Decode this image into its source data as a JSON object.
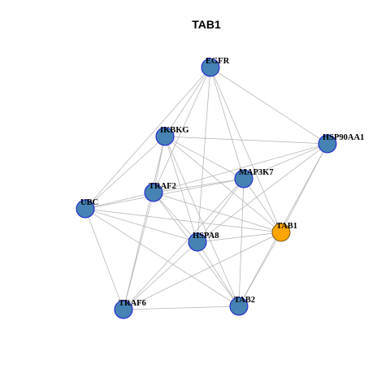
{
  "title": "TAB1",
  "colors": {
    "node_fill": "#4682b4",
    "node_stroke": "#1a1ad6",
    "highlight_fill": "#ffa500",
    "highlight_stroke": "#7a5a1a",
    "edge": "#b3b3b3"
  },
  "network": {
    "nodes": [
      {
        "id": "EGFR",
        "label": "EGFR",
        "highlight": false
      },
      {
        "id": "IKBKG",
        "label": "IKBKG",
        "highlight": false
      },
      {
        "id": "HSP90AA1",
        "label": "HSP90AA1",
        "highlight": false
      },
      {
        "id": "MAP3K7",
        "label": "MAP3K7",
        "highlight": false
      },
      {
        "id": "TRAF2",
        "label": "TRAF2",
        "highlight": false
      },
      {
        "id": "UBC",
        "label": "UBC",
        "highlight": false
      },
      {
        "id": "TAB1",
        "label": "TAB1",
        "highlight": true
      },
      {
        "id": "HSPA8",
        "label": "HSPA8",
        "highlight": false
      },
      {
        "id": "TRAF6",
        "label": "TRAF6",
        "highlight": false
      },
      {
        "id": "TAB2",
        "label": "TAB2",
        "highlight": false
      }
    ],
    "edges": [
      [
        "EGFR",
        "HSP90AA1"
      ],
      [
        "EGFR",
        "IKBKG"
      ],
      [
        "EGFR",
        "TRAF2"
      ],
      [
        "EGFR",
        "UBC"
      ],
      [
        "EGFR",
        "MAP3K7"
      ],
      [
        "EGFR",
        "HSPA8"
      ],
      [
        "EGFR",
        "TAB1"
      ],
      [
        "IKBKG",
        "HSP90AA1"
      ],
      [
        "IKBKG",
        "MAP3K7"
      ],
      [
        "IKBKG",
        "TRAF2"
      ],
      [
        "IKBKG",
        "UBC"
      ],
      [
        "IKBKG",
        "HSPA8"
      ],
      [
        "IKBKG",
        "TAB1"
      ],
      [
        "IKBKG",
        "TRAF6"
      ],
      [
        "IKBKG",
        "TAB2"
      ],
      [
        "HSP90AA1",
        "MAP3K7"
      ],
      [
        "HSP90AA1",
        "TRAF2"
      ],
      [
        "HSP90AA1",
        "HSPA8"
      ],
      [
        "HSP90AA1",
        "TAB1"
      ],
      [
        "HSP90AA1",
        "TAB2"
      ],
      [
        "MAP3K7",
        "TRAF2"
      ],
      [
        "MAP3K7",
        "UBC"
      ],
      [
        "MAP3K7",
        "HSPA8"
      ],
      [
        "MAP3K7",
        "TAB1"
      ],
      [
        "MAP3K7",
        "TRAF6"
      ],
      [
        "MAP3K7",
        "TAB2"
      ],
      [
        "TRAF2",
        "UBC"
      ],
      [
        "TRAF2",
        "HSPA8"
      ],
      [
        "TRAF2",
        "TAB1"
      ],
      [
        "TRAF2",
        "TRAF6"
      ],
      [
        "TRAF2",
        "TAB2"
      ],
      [
        "UBC",
        "HSPA8"
      ],
      [
        "UBC",
        "TAB1"
      ],
      [
        "UBC",
        "TRAF6"
      ],
      [
        "UBC",
        "TAB2"
      ],
      [
        "TAB1",
        "HSPA8"
      ],
      [
        "TAB1",
        "TRAF6"
      ],
      [
        "TAB1",
        "TAB2"
      ],
      [
        "HSPA8",
        "TRAF6"
      ],
      [
        "HSPA8",
        "TAB2"
      ],
      [
        "TRAF6",
        "TAB2"
      ]
    ]
  }
}
